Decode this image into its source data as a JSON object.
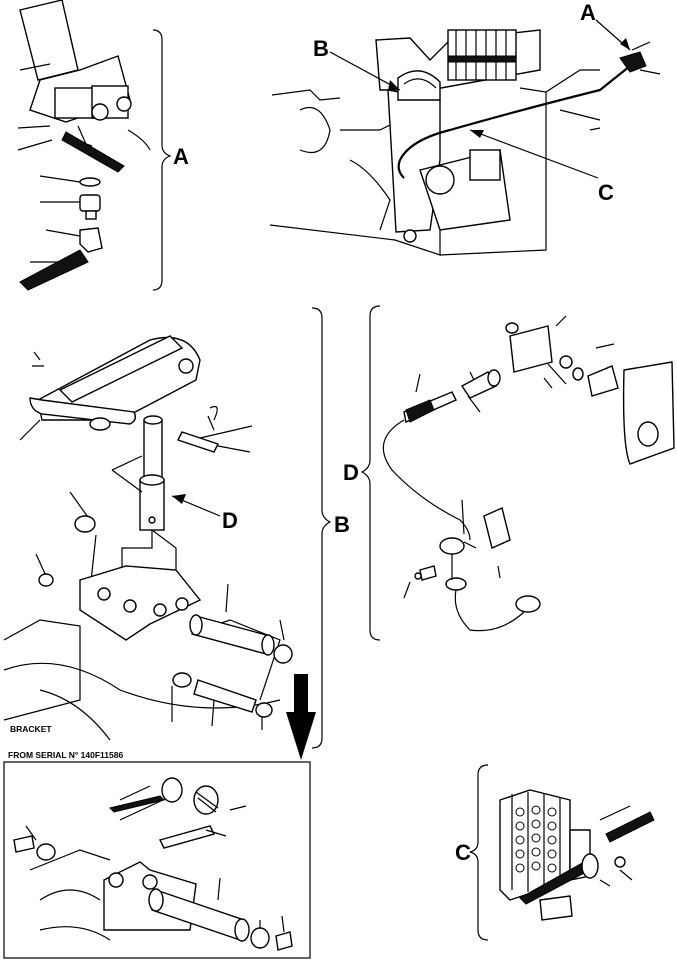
{
  "callouts": {
    "a_top": "A",
    "a_side": "A",
    "b_top": "B",
    "b_side": "B",
    "c_top": "C",
    "c_side": "C",
    "d_arrow": "D",
    "d_side": "D"
  },
  "texts": {
    "bracket": "BRACKET",
    "from_serial": "FROM SERIAL N° 140F11586"
  },
  "colors": {
    "ink": "#000000",
    "paper": "#ffffff"
  }
}
